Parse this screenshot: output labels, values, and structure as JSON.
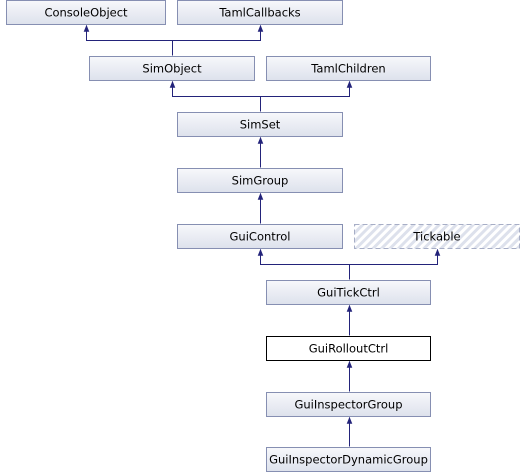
{
  "diagram": {
    "type": "inheritance-graph",
    "colors": {
      "node_border": "#868FB2",
      "node_fill_top": "#F7F8FB",
      "node_fill_bottom": "#DDE1EC",
      "edge": "#23237A",
      "focus_border": "#000000",
      "focus_fill": "#FFFFFF",
      "external_border": "#A7AEC6",
      "external_hatch": "#DDE1EC"
    },
    "nodes": [
      {
        "id": "consoleobject",
        "label": "ConsoleObject",
        "style": "normal"
      },
      {
        "id": "tamlcallbacks",
        "label": "TamlCallbacks",
        "style": "normal"
      },
      {
        "id": "simobject",
        "label": "SimObject",
        "style": "normal"
      },
      {
        "id": "tamlchildren",
        "label": "TamlChildren",
        "style": "normal"
      },
      {
        "id": "simset",
        "label": "SimSet",
        "style": "normal"
      },
      {
        "id": "simgroup",
        "label": "SimGroup",
        "style": "normal"
      },
      {
        "id": "guicontrol",
        "label": "GuiControl",
        "style": "normal"
      },
      {
        "id": "tickable",
        "label": "Tickable",
        "style": "external"
      },
      {
        "id": "guitickctrl",
        "label": "GuiTickCtrl",
        "style": "normal"
      },
      {
        "id": "guirolloutctrl",
        "label": "GuiRolloutCtrl",
        "style": "focus"
      },
      {
        "id": "guiinspectorgroup",
        "label": "GuiInspectorGroup",
        "style": "normal"
      },
      {
        "id": "guiinspectordynamicgroup",
        "label": "GuiInspectorDynamicGroup",
        "style": "normal"
      }
    ],
    "edges": [
      {
        "from": "simobject",
        "to": [
          "consoleobject",
          "tamlcallbacks"
        ]
      },
      {
        "from": "simset",
        "to": [
          "simobject",
          "tamlchildren"
        ]
      },
      {
        "from": "simgroup",
        "to": [
          "simset"
        ]
      },
      {
        "from": "guicontrol",
        "to": [
          "simgroup"
        ]
      },
      {
        "from": "guitickctrl",
        "to": [
          "guicontrol",
          "tickable"
        ]
      },
      {
        "from": "guirolloutctrl",
        "to": [
          "guitickctrl"
        ]
      },
      {
        "from": "guiinspectorgroup",
        "to": [
          "guirolloutctrl"
        ]
      },
      {
        "from": "guiinspectordynamicgroup",
        "to": [
          "guiinspectorgroup"
        ]
      }
    ]
  }
}
